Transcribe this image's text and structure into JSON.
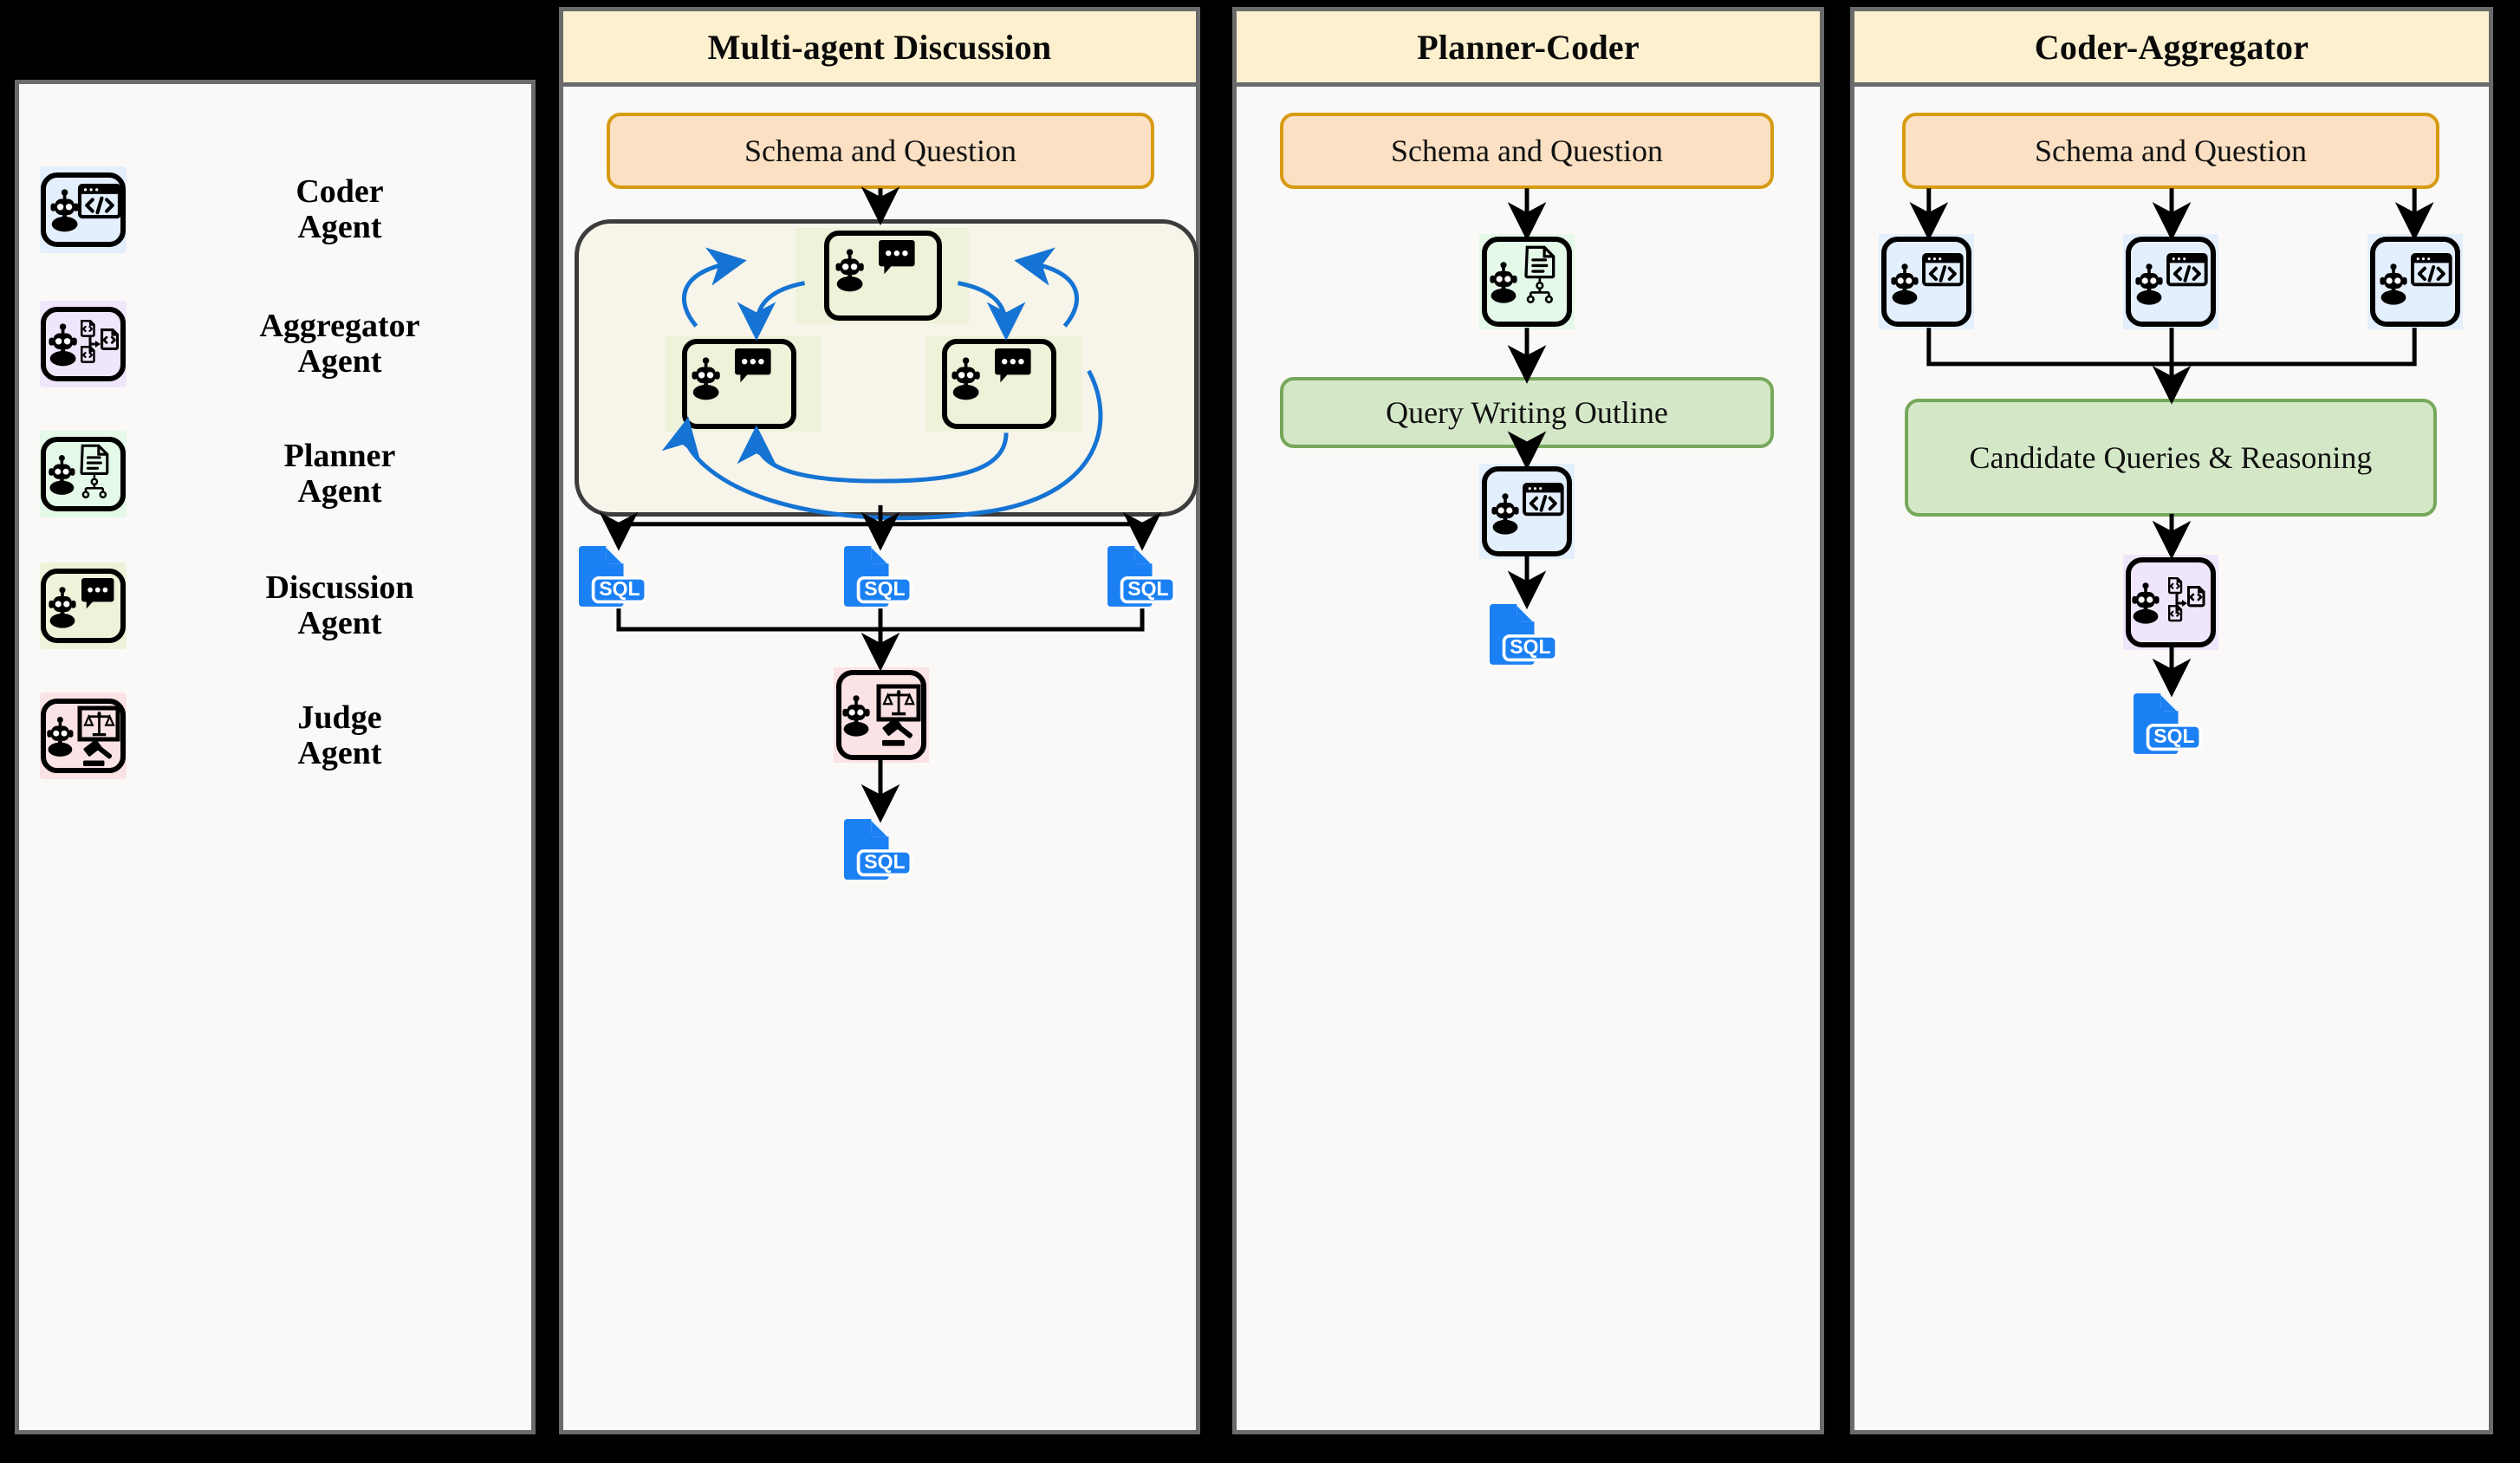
{
  "legend": {
    "items": [
      {
        "label_line1": "Coder",
        "label_line2": "Agent",
        "icon": "coder-agent-icon",
        "bg": "#e3effc"
      },
      {
        "label_line1": "Aggregator",
        "label_line2": "Agent",
        "icon": "aggregator-agent-icon",
        "bg": "#f0e6fb"
      },
      {
        "label_line1": "Planner",
        "label_line2": "Agent",
        "icon": "planner-agent-icon",
        "bg": "#e4f9e8"
      },
      {
        "label_line1": "Discussion",
        "label_line2": "Agent",
        "icon": "discussion-agent-icon",
        "bg": "#edf2d9"
      },
      {
        "label_line1": "Judge",
        "label_line2": "Agent",
        "icon": "judge-agent-icon",
        "bg": "#fbe2e4"
      }
    ]
  },
  "panels": [
    {
      "id": "multi-agent-discussion",
      "title": "Multi-agent Discussion",
      "input_label": "Schema and Question",
      "outputs": [
        "SQL",
        "SQL",
        "SQL"
      ],
      "final_output": "SQL",
      "loop_agents": [
        "discussion-agent-icon",
        "discussion-agent-icon",
        "discussion-agent-icon"
      ],
      "judge": "judge-agent-icon"
    },
    {
      "id": "planner-coder",
      "title": "Planner-Coder",
      "input_label": "Schema and Question",
      "planner": "planner-agent-icon",
      "outline_label": "Query Writing Outline",
      "coder": "coder-agent-icon",
      "final_output": "SQL"
    },
    {
      "id": "coder-aggregator",
      "title": "Coder-Aggregator",
      "input_label": "Schema and Question",
      "coders": [
        "coder-agent-icon",
        "coder-agent-icon",
        "coder-agent-icon"
      ],
      "candidate_label": "Candidate Queries & Reasoning",
      "aggregator": "aggregator-agent-icon",
      "final_output": "SQL"
    }
  ],
  "colors": {
    "page_background": "#000000",
    "panel_background": "#faf9f7",
    "panel_border": "#6b6b6b",
    "header_background": "#fdf0ce",
    "input_fill": "#fbe0c3",
    "input_border": "#d79b12",
    "output_fill": "#d4e8c8",
    "output_border": "#76a85b",
    "loop_fill": "#f7f4ea",
    "loop_border": "#3c3c3c",
    "arrow_blue": "#1574d3",
    "arrow_black": "#000000",
    "sql_icon": "#1b80f3"
  },
  "sql_icon_text": "SQL"
}
